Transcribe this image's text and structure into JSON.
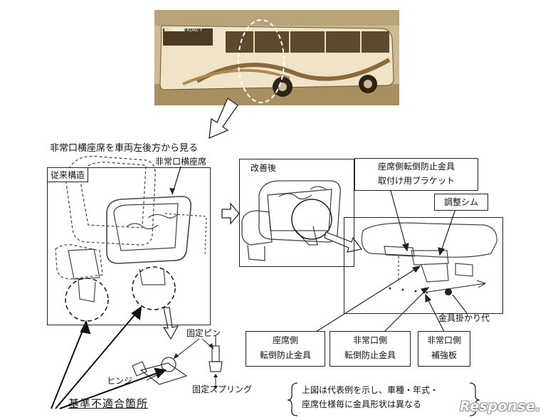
{
  "photo": {
    "destination_sign": "PARKO·KOKE·Y",
    "side_text": ""
  },
  "header_text": "非常口横座席を車両左後方から見る",
  "left_panel": {
    "title": "従来構造",
    "seat_label": "非常口横座席"
  },
  "right_panel": {
    "title": "改善後"
  },
  "bracket_box": {
    "line1": "座席側転倒防止金具",
    "line2": "取付け用ブラケット"
  },
  "shim_box": "調整シム",
  "hook_label": "金具掛かり代",
  "bottom_boxes": [
    {
      "line1": "座席側",
      "line2": "転倒防止金具"
    },
    {
      "line1": "非常口側",
      "line2": "転倒防止金具"
    },
    {
      "line1": "非常口側",
      "line2": "補強板"
    }
  ],
  "pin_label": "固定ピン",
  "hinge_label": "ヒンジ",
  "spring_label": "固定スプリング",
  "nonconform_label": "基準不適合箇所",
  "note": {
    "line1": "上図は代表例を示し、車種・年式・",
    "line2": "座席仕様毎に金具形状は異なる"
  },
  "watermark": "Response."
}
